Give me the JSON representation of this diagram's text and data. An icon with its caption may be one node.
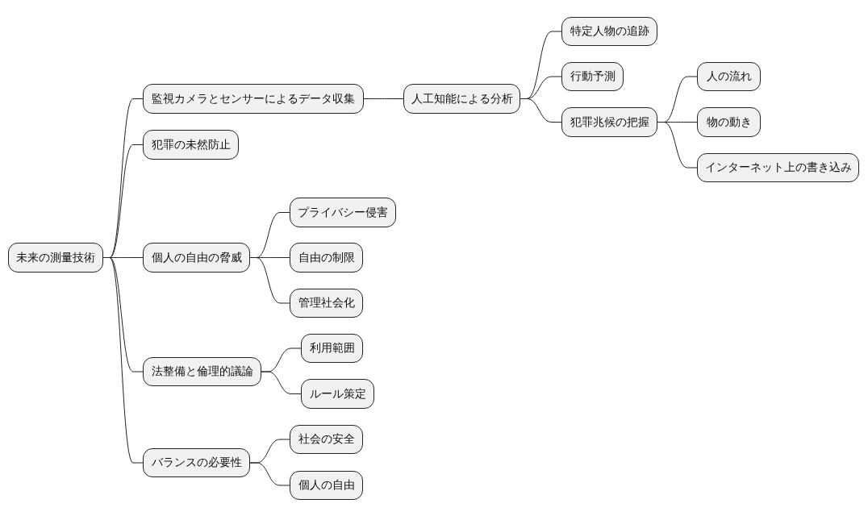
{
  "diagram": {
    "nodes": [
      {
        "text": [
          "未来の測量技術"
        ]
      },
      {
        "text": [
          "監視カメラとセンサーによるデータ収集"
        ]
      },
      {
        "text": [
          "人工知能による分析"
        ]
      },
      {
        "text": [
          "特定人物の追跡"
        ]
      },
      {
        "text": [
          "行動予測"
        ]
      },
      {
        "text": [
          "犯罪兆候の把握"
        ]
      },
      {
        "text": [
          "人の流れ"
        ]
      },
      {
        "text": [
          "物の動き"
        ]
      },
      {
        "text": [
          "インターネット上の書き込み"
        ]
      },
      {
        "text": [
          "犯罪の未然防止"
        ]
      },
      {
        "text": [
          "個人の自由の脅威"
        ]
      },
      {
        "text": [
          "プライバシー侵害"
        ]
      },
      {
        "text": [
          "自由の制限"
        ]
      },
      {
        "text": [
          "管理社会化"
        ]
      },
      {
        "text": [
          "法整備と倫理的議論"
        ]
      },
      {
        "text": [
          "利用範囲"
        ]
      },
      {
        "text": [
          "ルール策定"
        ]
      },
      {
        "text": [
          "バランスの必要性"
        ]
      },
      {
        "text": [
          "社会の安全"
        ]
      },
      {
        "text": [
          "個人の自由"
        ]
      }
    ],
    "edges": [
      {
        "from": 0,
        "to": 1,
        "arrow": "none"
      },
      {
        "from": 1,
        "to": 2,
        "arrow": "none"
      },
      {
        "from": 2,
        "to": 3,
        "arrow": "none"
      },
      {
        "from": 2,
        "to": 4,
        "arrow": "none"
      },
      {
        "from": 2,
        "to": 5,
        "arrow": "none"
      },
      {
        "from": 5,
        "to": 6,
        "arrow": "none"
      },
      {
        "from": 5,
        "to": 7,
        "arrow": "none"
      },
      {
        "from": 5,
        "to": 8,
        "arrow": "none"
      },
      {
        "from": 0,
        "to": 9,
        "arrow": "none"
      },
      {
        "from": 0,
        "to": 10,
        "arrow": "none"
      },
      {
        "from": 10,
        "to": 11,
        "arrow": "none"
      },
      {
        "from": 10,
        "to": 12,
        "arrow": "none"
      },
      {
        "from": 10,
        "to": 13,
        "arrow": "none"
      },
      {
        "from": 0,
        "to": 14,
        "arrow": "none"
      },
      {
        "from": 14,
        "to": 15,
        "arrow": "none"
      },
      {
        "from": 14,
        "to": 16,
        "arrow": "none"
      },
      {
        "from": 0,
        "to": 17,
        "arrow": "none"
      },
      {
        "from": 17,
        "to": 18,
        "arrow": "none"
      },
      {
        "from": 17,
        "to": 19,
        "arrow": "none"
      }
    ]
  }
}
